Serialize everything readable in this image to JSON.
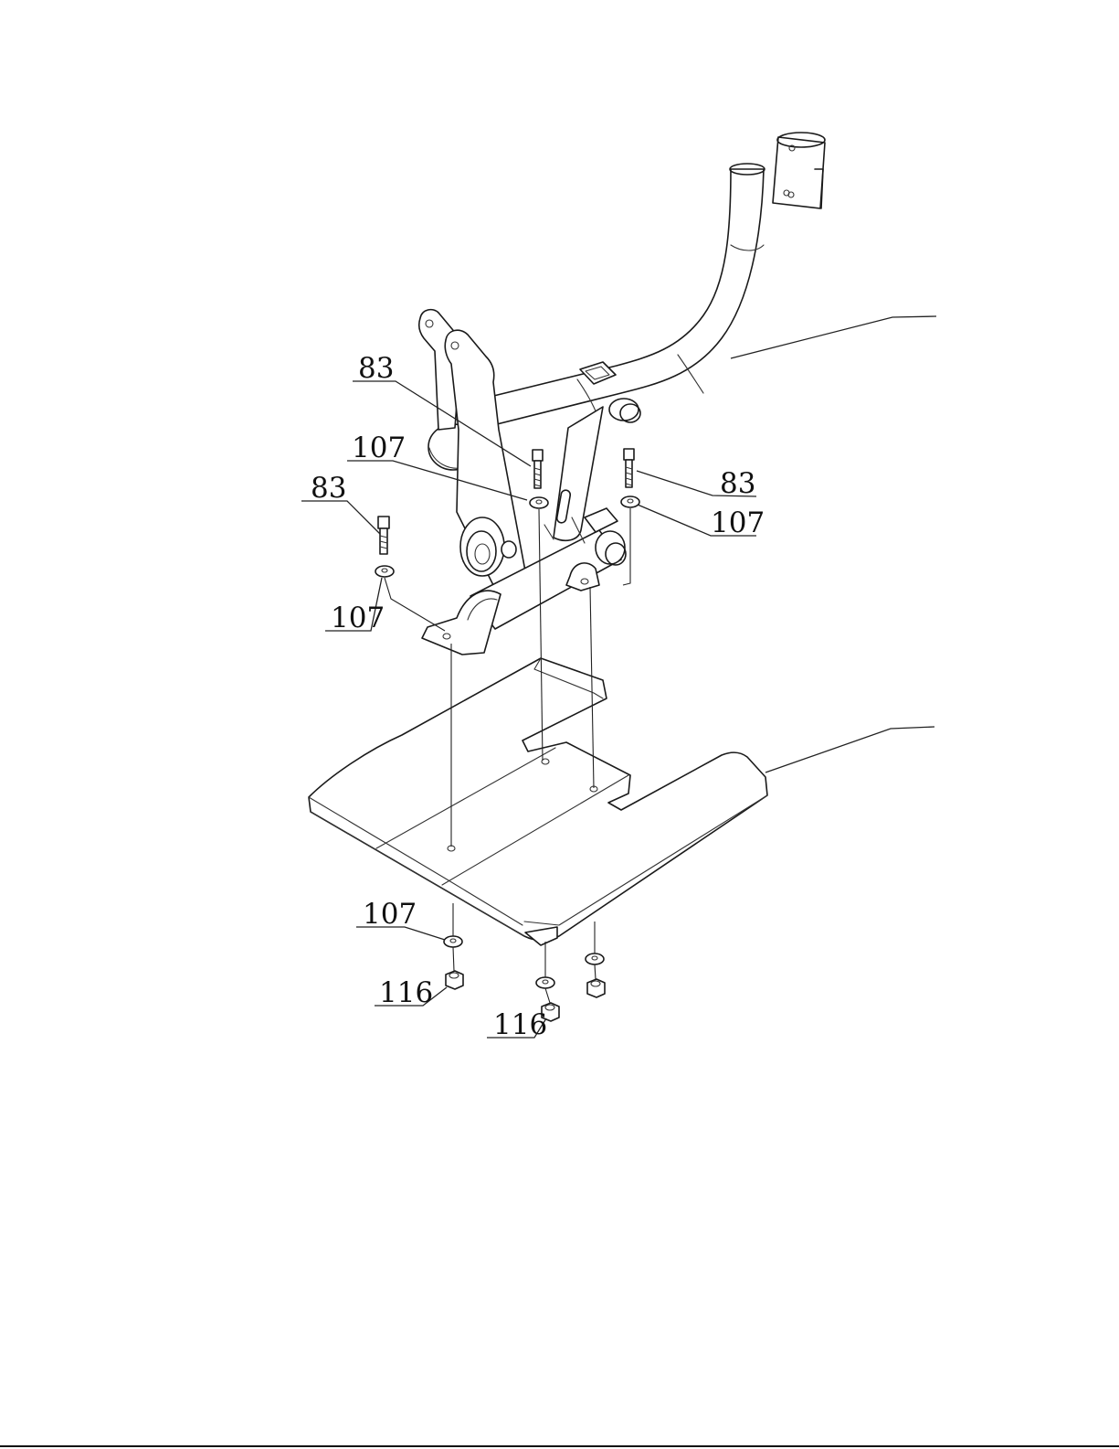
{
  "callouts": {
    "c1": "83",
    "c2": "107",
    "c3": "83",
    "c4": "107",
    "c5": "83",
    "c6": "107",
    "c7": "107",
    "c8": "116",
    "c9": "116"
  }
}
